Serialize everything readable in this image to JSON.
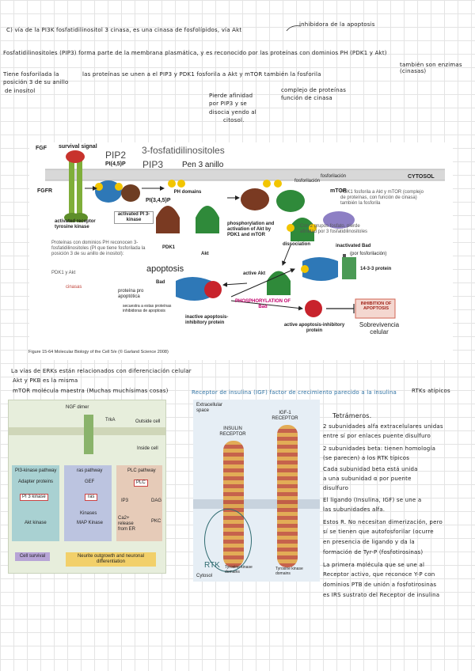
{
  "notes": {
    "line1": "C) vía de la PI3K fosfatidilinositol 3 cinasa, es una cinasa de fosfolípidos, vía Akt",
    "line1_side": "inhibidora de la apoptosis",
    "line2": "Fosfatidilinositoles (PIP3) forma parte de la membrana plasmática, y es reconocido por las proteínas con dominios PH (PDK1 y Akt)",
    "line2_side": "también son enzimas (cinasas)",
    "line3a": "Tiene fosforilada la",
    "line3b": "posición 3 de su anillo",
    "line3c": "de inositol",
    "line3_mid": "las proteínas se unen a el PIP3 y PDK1 fosforila a Akt y mTOR también la fosforila",
    "pdk1_note1": "Pierde afinidad",
    "pdk1_note2": "por PIP3 y se",
    "pdk1_note3": "disocia yendo al",
    "pdk1_note4": "citosol.",
    "complex_note1": "complejo de proteínas",
    "complex_note2": "función de cinasa"
  },
  "figure": {
    "fgf": "FGF",
    "fgfr": "FGFR",
    "survival_signal": "survival signal",
    "pip2": "PIP2",
    "pi45p2": "PI(4,5)P",
    "pip3": "PIP3",
    "pip3_note": "Pen 3 anillo",
    "title_right": "3-fosfatidilinositoles",
    "pi345p3": "PI(3,4,5)P",
    "ph_domains": "PH domains",
    "activated_pi3k": "activated PI 3-kinase",
    "activated_receptor": "activated receptor tyrosine kinase",
    "pdk1": "PDK1",
    "akt": "Akt",
    "phospho_activation": "phosphorylation and activation of Akt by PDK1 and mTOR",
    "dissociation": "dissociation",
    "cytosol": "CYTOSOL",
    "mtor": "mTOR",
    "mtor_desc": "PDK1 fosforila a Akt y mTOR (complejo de proteínas, con función de cinasa) también la fosforila",
    "fosforilacion1": "fosforilación",
    "fosforilacion2": "fosforilación",
    "two_groups": "Con 2 grupos fosfato, pierde afinidad por 3 fosfatidilinositoles",
    "ph_text": "Proteínas con dominios PH reconocen 3-fosfatidilinositoles (PI que tiene fosforilada la posición 3 de su anillo de inositol):",
    "ph_text2": "PDK1 y Akt",
    "cinasas": "cinasas",
    "apoptosis": "apoptosis",
    "bad": "Bad",
    "bad_note": "proteína pro apoptótica",
    "bad_note2": "secuestra a estas proteínas inhibidoras de apoptosis",
    "active_akt": "active Akt",
    "phospho_bad": "PHOSPHORYLATION OF Bad",
    "inactive_inhib": "inactive apoptosis-inhibitory protein",
    "inactivated_bad": "inactivated Bad",
    "inactivated_bad_note": "(por fosforilación)",
    "protein_1433": "14-3-3 protein",
    "active_inhib": "active apoptosis-inhibitory protein",
    "inhibition": "INHIBITION OF APOPTOSIS",
    "sobrevivencia": "Sobrevivencia celular",
    "p": "P",
    "caption": "Figure 15-64 Molecular Biology of the Cell 5/e (© Garland Science 2008)"
  },
  "section2": {
    "line1": "La vías de ERKs están relacionados con diferenciación celular",
    "line2": "Akt y PKB es la misma",
    "line3": "mTOR molécula maestra (Muchas muchísimas cosas)",
    "receptor_title": "Receptor de insulina (IGF) factor de crecimiento parecido a la insulina",
    "rtk_atipicos": "RTKs atípicos"
  },
  "pathways": {
    "ngf_dimer": "NGF dimer",
    "trka": "TrkA",
    "outside": "Outside cell",
    "inside": "Inside cell",
    "col1_title": "PI3-kinase pathway",
    "col2_title": "ras pathway",
    "col3_title": "PLC pathway",
    "adapter": "Adapter proteins",
    "pi3k": "PI 3 kinase",
    "akt_kinase": "Akt kinase",
    "gef": "GEF",
    "ras": "ras",
    "kinases": "Kinases",
    "map_kinase": "MAP Kinase",
    "plc": "PLC",
    "ip3": "IP3",
    "dag": "DAG",
    "ca": "Ca2+ release from ER",
    "pkc": "PKC",
    "survival": "Cell survival",
    "neurite": "Neurite outgrowth and neuronal differentiation"
  },
  "rtk_fig": {
    "extracellular": "Extracellular space",
    "insulin_receptor": "INSULIN RECEPTOR",
    "igf1_receptor": "IGF-1 RECEPTOR",
    "rtk_label": "RTK",
    "tyrosine1": "Tyrosine kinase domains",
    "tyrosine2": "Tyrosine kinase domains",
    "cytosol": "Cytosol"
  },
  "right_notes": {
    "title": "Tetrámeros.",
    "l1": "2 subunidades alfa extracelulares unidas",
    "l2": "entre sí por enlaces puente disulfuro",
    "l3": "2 subunidades beta: tienen homología",
    "l4": "(se parecen) a los RTK típicos",
    "l5": "Cada subunidad beta está unida",
    "l6": "a una subunidad α por puente",
    "l7": "disulfuro",
    "l8": "El ligando (Insulina, IGF) se une a",
    "l9": "las subunidades alfa.",
    "l10": "Estos R. No necesitan dimerización, pero",
    "l11": "sí se tienen que autofosforilar (ocurre",
    "l12": "en presencia de ligando y da la",
    "l13": "formación de Tyr-P (fosfotirosinas)",
    "l14": "La primera molécula que se une al",
    "l15": "Receptor activo, que reconoce Y-P con",
    "l16": "dominios PTB de unión a fosfotirosinas",
    "l17": "es IRS sustrato del Receptor de insulina"
  }
}
